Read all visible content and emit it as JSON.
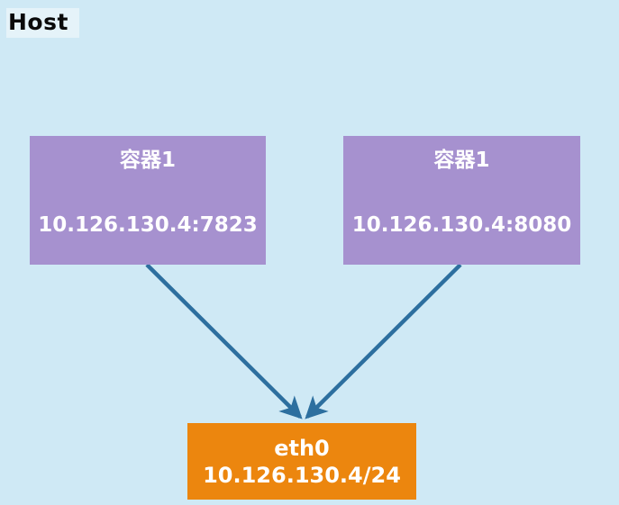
{
  "host": {
    "label": "Host"
  },
  "colors": {
    "background": "#cfe9f5",
    "container_fill": "#a691cf",
    "eth_fill": "#ec860e",
    "arrow": "#2d6f9f",
    "node_text": "#ffffff",
    "host_text": "#0a0a0a"
  },
  "nodes": [
    {
      "id": "container-1",
      "title": "容器1",
      "address": "10.126.130.4:7823"
    },
    {
      "id": "container-2",
      "title": "容器1",
      "address": "10.126.130.4:8080"
    },
    {
      "id": "eth0",
      "title": "eth0",
      "address": "10.126.130.4/24"
    }
  ],
  "edges": [
    {
      "from": "container-1",
      "to": "eth0"
    },
    {
      "from": "container-2",
      "to": "eth0"
    }
  ]
}
